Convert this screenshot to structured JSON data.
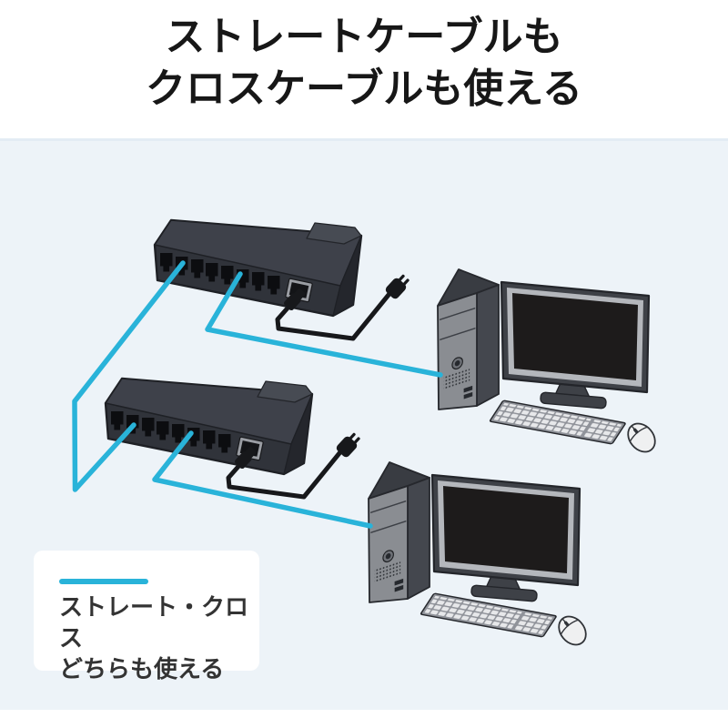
{
  "title": {
    "line1": "ストレートケーブルも",
    "line2": "クロスケーブルも使える"
  },
  "legend": {
    "line1": "ストレート・クロス",
    "line2": "どちらも使える"
  },
  "colors": {
    "cable": "#29b3d9",
    "panel_bg": "#edf3f8"
  },
  "icons": [
    "network-switch-icon",
    "desktop-computer-icon",
    "power-plug-icon",
    "lan-cable-line"
  ]
}
